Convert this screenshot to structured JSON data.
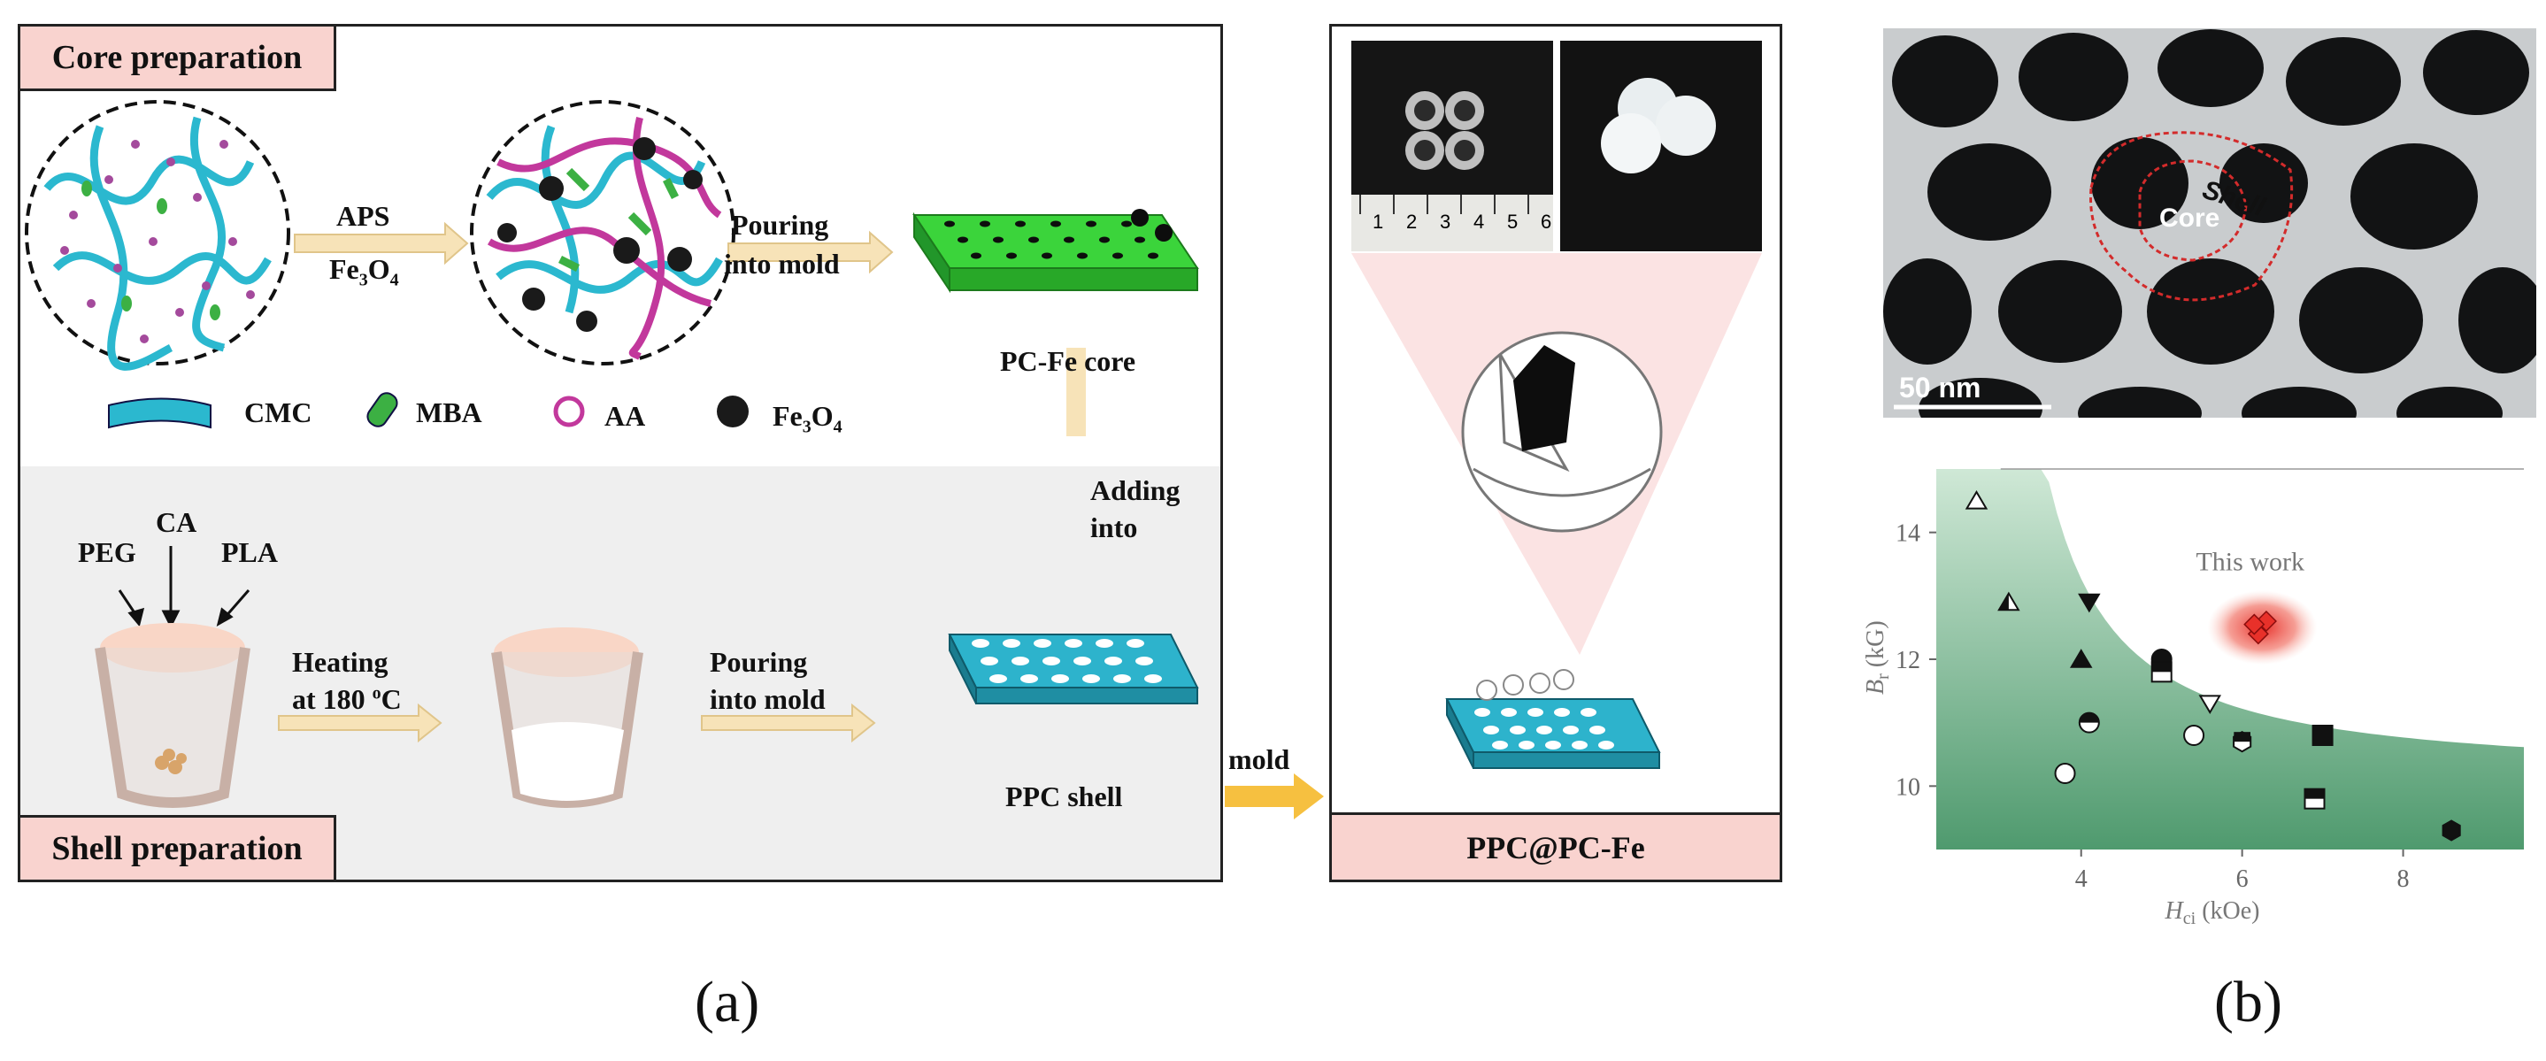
{
  "panel_a": {
    "core_label": "Core preparation",
    "shell_label": "Shell preparation",
    "aps_label": "APS",
    "fe3o4_label_main": "Fe",
    "fe3o4_sub1": "3",
    "fe3o4_mid": "O",
    "fe3o4_sub2": "4",
    "pouring_label_1": "Pouring",
    "pouring_label_2": "into mold",
    "pc_fe_core": "PC-Fe core",
    "adding_1": "Adding",
    "adding_2": "into",
    "legend_cmc": "CMC",
    "legend_mba": "MBA",
    "legend_aa": "AA",
    "legend_fe": "Fe",
    "peg": "PEG",
    "ca": "CA",
    "pla": "PLA",
    "heating_1": "Heating",
    "heating_2": "at 180",
    "heating_deg": "o",
    "heating_unit": "C",
    "pouring2_1": "Pouring",
    "pouring2_2": "into mold",
    "ppc_shell": "PPC shell",
    "mold": "mold",
    "product_label": "PPC@PC-Fe",
    "ruler_ticks": [
      "1",
      "2",
      "3",
      "4",
      "5",
      "6"
    ]
  },
  "panel_b": {
    "shell_text": "Shell",
    "core_text": "Core",
    "scale_bar": "50 nm",
    "this_work": "This work",
    "ylabel_main": "B",
    "ylabel_sub": "r",
    "ylabel_unit": " (kG)",
    "xlabel_main": "H",
    "xlabel_sub": "ci",
    "xlabel_unit": " (kOe)"
  },
  "captions": {
    "a": "(a)",
    "b": "(b)"
  },
  "chart_data": {
    "type": "scatter",
    "xlim": [
      2.2,
      9.5
    ],
    "ylim": [
      9.0,
      15.0
    ],
    "xticks": [
      "4",
      "6",
      "8"
    ],
    "yticks": [
      "10",
      "12",
      "14"
    ],
    "grid": false,
    "highlight_region": "this work",
    "points": [
      {
        "x": 2.7,
        "y": 14.5,
        "marker": "triangle-open"
      },
      {
        "x": 3.1,
        "y": 12.9,
        "marker": "triangle-half"
      },
      {
        "x": 4.1,
        "y": 12.9,
        "marker": "triangle-down-filled"
      },
      {
        "x": 4.0,
        "y": 12.0,
        "marker": "triangle-filled"
      },
      {
        "x": 4.1,
        "y": 11.0,
        "marker": "circle-half"
      },
      {
        "x": 3.8,
        "y": 10.2,
        "marker": "circle-open"
      },
      {
        "x": 5.0,
        "y": 12.0,
        "marker": "circle-filled"
      },
      {
        "x": 5.0,
        "y": 11.8,
        "marker": "square-half"
      },
      {
        "x": 5.6,
        "y": 11.3,
        "marker": "triangle-down-open"
      },
      {
        "x": 5.4,
        "y": 10.8,
        "marker": "circle-open"
      },
      {
        "x": 6.0,
        "y": 10.7,
        "marker": "hexagon-half"
      },
      {
        "x": 7.0,
        "y": 10.8,
        "marker": "square-filled"
      },
      {
        "x": 6.9,
        "y": 9.8,
        "marker": "square-half"
      },
      {
        "x": 8.6,
        "y": 9.3,
        "marker": "hexagon-filled"
      },
      {
        "x": 6.2,
        "y": 12.4,
        "marker": "diamond-red"
      },
      {
        "x": 6.3,
        "y": 12.6,
        "marker": "diamond-red"
      },
      {
        "x": 6.15,
        "y": 12.55,
        "marker": "diamond-red"
      }
    ],
    "colors": {
      "region": "#4f9a6e",
      "this_work": "#e8312a"
    }
  }
}
